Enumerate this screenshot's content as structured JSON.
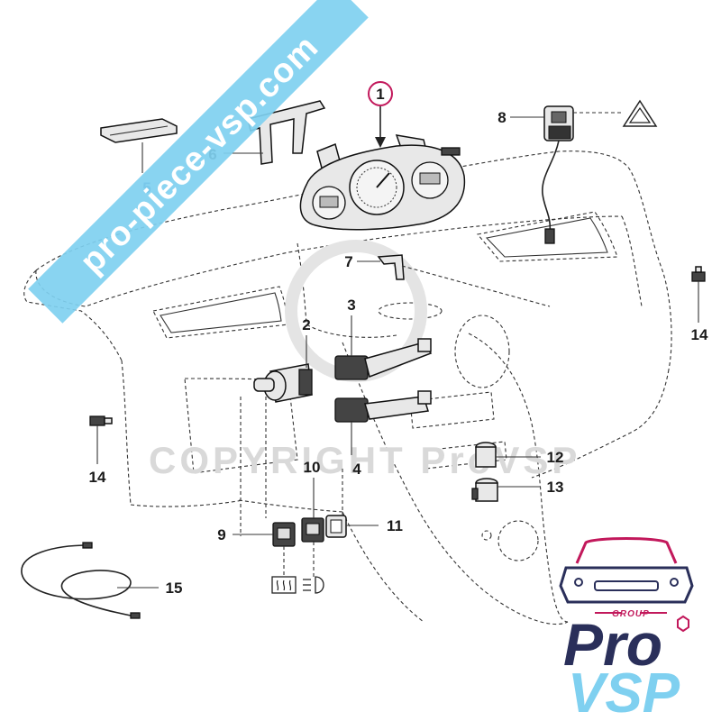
{
  "banner": {
    "text": "pro-piece-vsp.com",
    "color": "#7fd0f0"
  },
  "watermark": {
    "text": "COPYRIGHT ProVSP"
  },
  "logo": {
    "line1": "Pro",
    "group": "GROUP",
    "line2": "VSP",
    "accent": "#c2185b",
    "dark": "#2a2f5a",
    "light": "#7fd0f0"
  },
  "callouts": [
    {
      "id": "c1",
      "label": "1"
    },
    {
      "id": "c2",
      "label": "2"
    },
    {
      "id": "c3",
      "label": "3"
    },
    {
      "id": "c4",
      "label": "4"
    },
    {
      "id": "c5",
      "label": "5"
    },
    {
      "id": "c6",
      "label": "6"
    },
    {
      "id": "c7",
      "label": "7"
    },
    {
      "id": "c8",
      "label": "8"
    },
    {
      "id": "c9",
      "label": "9"
    },
    {
      "id": "c10",
      "label": "10"
    },
    {
      "id": "c11",
      "label": "11"
    },
    {
      "id": "c12",
      "label": "12"
    },
    {
      "id": "c13",
      "label": "13"
    },
    {
      "id": "c14a",
      "label": "14"
    },
    {
      "id": "c14b",
      "label": "14"
    },
    {
      "id": "c15",
      "label": "15"
    }
  ],
  "icons": {
    "warning": "hazard-triangle-icon",
    "heated-rear": "rear-defrost-icon",
    "fog": "rear-fog-icon"
  }
}
